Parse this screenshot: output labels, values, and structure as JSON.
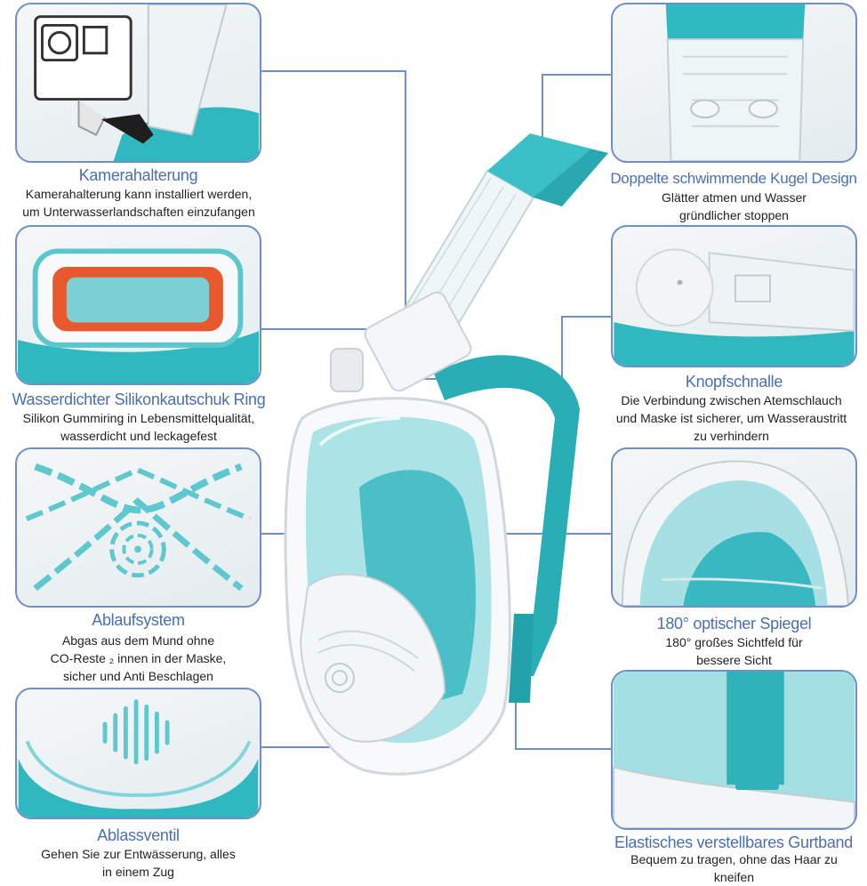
{
  "features": {
    "camera": {
      "title": "Kamerahalterung",
      "lines": [
        "Kamerahalterung kann installiert werden,",
        "um Unterwasserlandschaften einzufangen"
      ]
    },
    "ball": {
      "title": "Doppelte schwimmende Kugel Design",
      "lines": [
        "Glätter atmen und Wasser",
        "gründlicher stoppen"
      ]
    },
    "ring": {
      "title": "Wasserdichter Silikonkautschuk Ring",
      "lines": [
        "Silikon Gummiring in Lebensmittelqualität,",
        "wasserdicht und leckagefest"
      ]
    },
    "buckle": {
      "title": "Knopfschnalle",
      "lines": [
        "Die Verbindung zwischen Atemschlauch",
        "und Maske ist sicherer, um Wasseraustritt",
        "zu verhindern"
      ]
    },
    "drain": {
      "title": "Ablaufsystem",
      "lines": [
        "Abgas aus dem Mund ohne",
        "CO-Reste ₂ innen in der Maske,",
        "sicher und Anti Beschlagen"
      ]
    },
    "mirror": {
      "title": "180° optischer Spiegel",
      "lines": [
        "180° großes Sichtfeld für",
        "bessere Sicht"
      ]
    },
    "valve": {
      "title": "Ablassventil",
      "lines": [
        "Gehen Sie zur Entwässerung, alles",
        "in einem Zug"
      ]
    },
    "strap": {
      "title": "Elastisches verstellbares Gurtband",
      "lines": [
        "Bequem zu tragen, ohne das Haar zu",
        "kneifen"
      ]
    }
  },
  "colors": {
    "accent": "#6f8fc9",
    "title": "#4a6fb3",
    "teal": "#2fb8bf",
    "tealDark": "#1f9aa3"
  }
}
